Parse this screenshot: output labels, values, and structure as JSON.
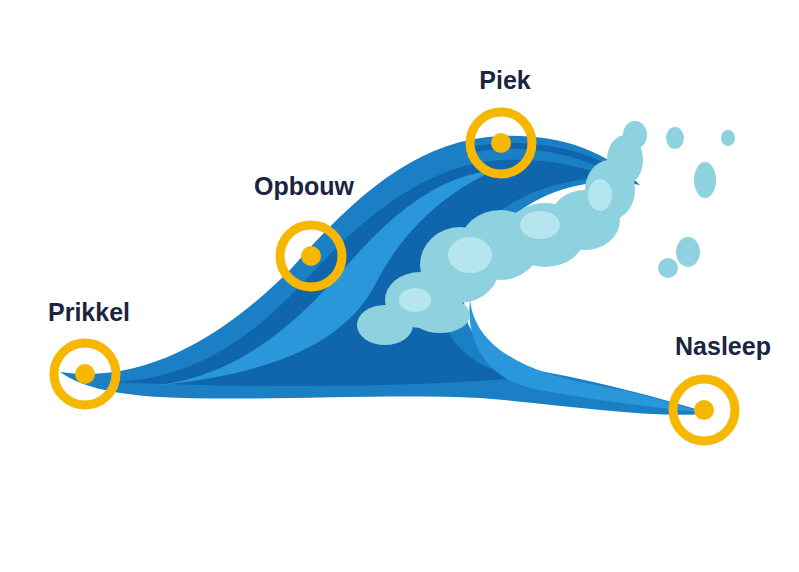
{
  "diagram": {
    "labels": [
      "Prikkel",
      "Opbouw",
      "Piek",
      "Nasleep"
    ]
  }
}
